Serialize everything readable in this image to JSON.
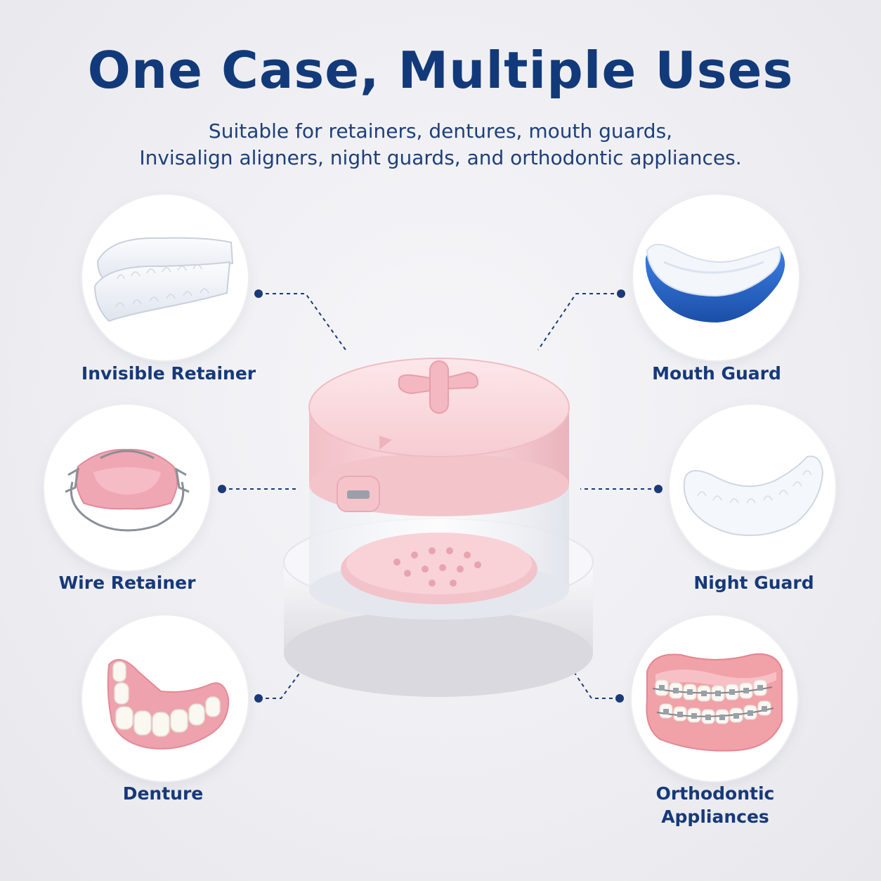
{
  "header": {
    "title": "One Case, Multiple Uses",
    "subtitle_line1": "Suitable for retainers, dentures, mouth guards,",
    "subtitle_line2": "Invisalign aligners, night guards, and orthodontic appliances."
  },
  "uses": {
    "invisible_retainer": "Invisible Retainer",
    "wire_retainer": "Wire Retainer",
    "denture": "Denture",
    "mouth_guard": "Mouth Guard",
    "night_guard": "Night Guard",
    "orthodontic_line1": "Orthodontic",
    "orthodontic_line2": "Appliances"
  },
  "colors": {
    "heading": "#123a7a",
    "case_pink": "#f5c9cf",
    "mouth_guard_blue": "#2a66c9",
    "connector": "#1b3a78"
  }
}
